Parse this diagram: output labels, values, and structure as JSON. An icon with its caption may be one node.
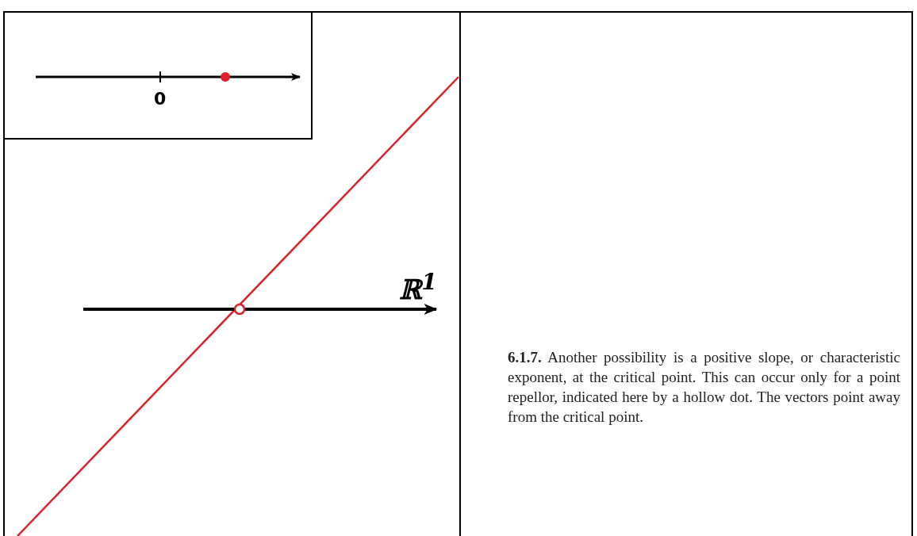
{
  "diagram": {
    "caption": "**6.1.7.** Another possibility is a positive slope, or characteristic exponent, at the critical point. This can occur only for a point repellor, indicated here by a hollow dot. The vectors point away from the critical point.",
    "labels": [
      "0",
      "ℝ$^{1}$"
    ]
  }
}
